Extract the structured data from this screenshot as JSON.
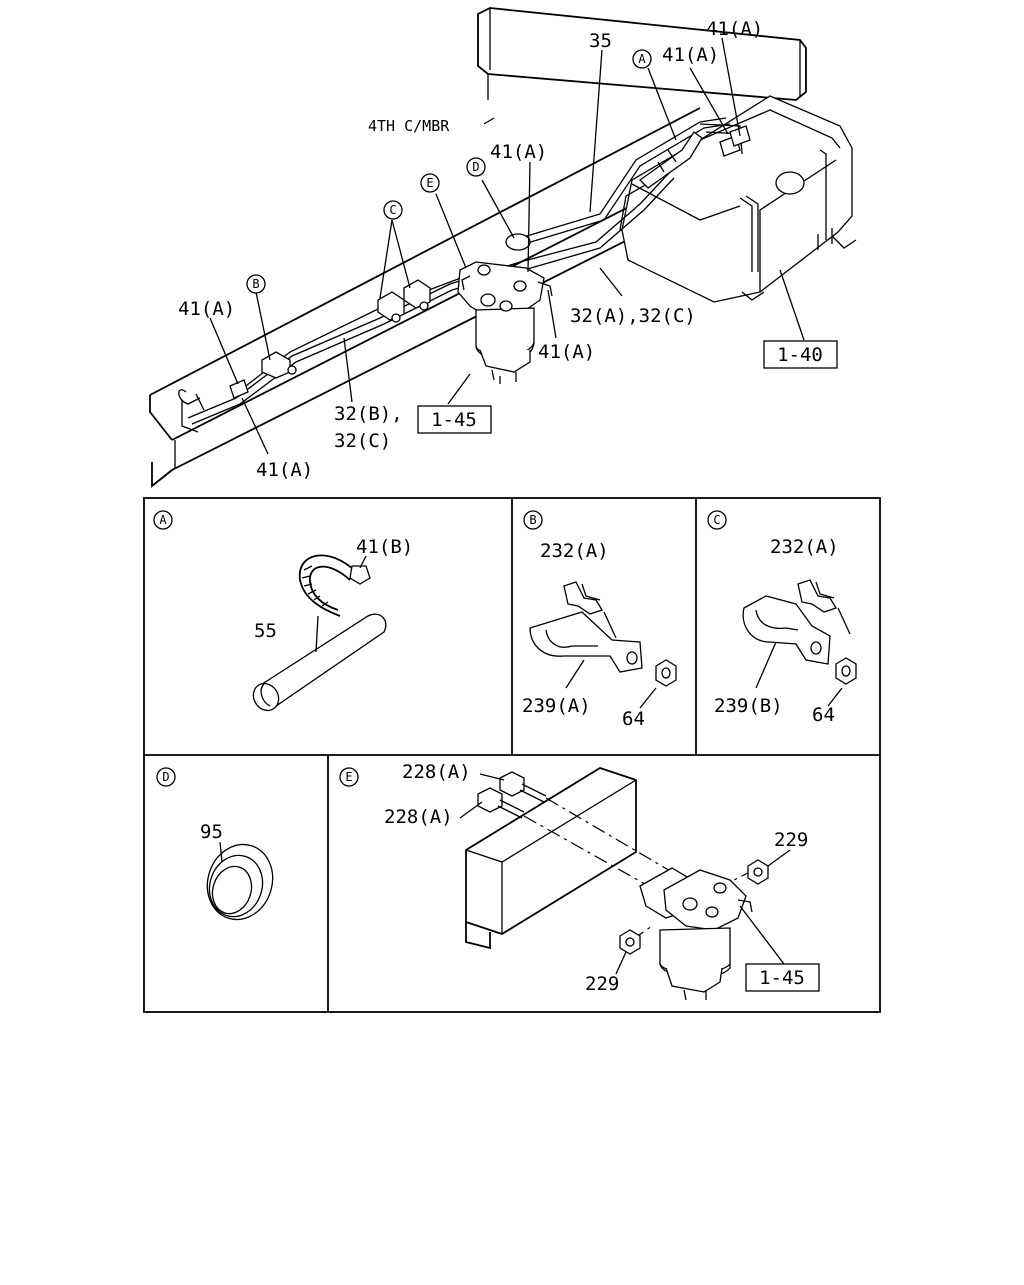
{
  "main": {
    "member_label": "4TH C/MBR",
    "callouts": {
      "c35": "35",
      "c41a_top": "41(A)",
      "c41a_top2": "41(A)",
      "c41a_mid": "41(A)",
      "c41a_left": "41(A)",
      "c41a_right": "41(A)",
      "c41a_bottom": "41(A)",
      "c32a_c": "32(A),32(C)",
      "c32b": "32(B),",
      "c32c": "32(C)"
    },
    "ref_boxes": {
      "tank": "1-40",
      "filter": "1-45"
    },
    "circle_markers": {
      "a": "A",
      "b": "B",
      "c": "C",
      "d": "D",
      "e": "E"
    }
  },
  "details": {
    "a": {
      "marker": "A",
      "labels": {
        "band": "41(B)",
        "sleeve": "55"
      }
    },
    "b": {
      "marker": "B",
      "labels": {
        "bolt": "232(A)",
        "clip": "239(A)",
        "nut": "64"
      }
    },
    "c": {
      "marker": "C",
      "labels": {
        "bolt": "232(A)",
        "clip": "239(B)",
        "nut": "64"
      }
    },
    "d": {
      "marker": "D",
      "labels": {
        "grommet": "95"
      }
    },
    "e": {
      "marker": "E",
      "labels": {
        "bolt1": "228(A)",
        "bolt2": "228(A)",
        "nut1": "229",
        "nut2": "229",
        "ref": "1-45"
      }
    }
  }
}
